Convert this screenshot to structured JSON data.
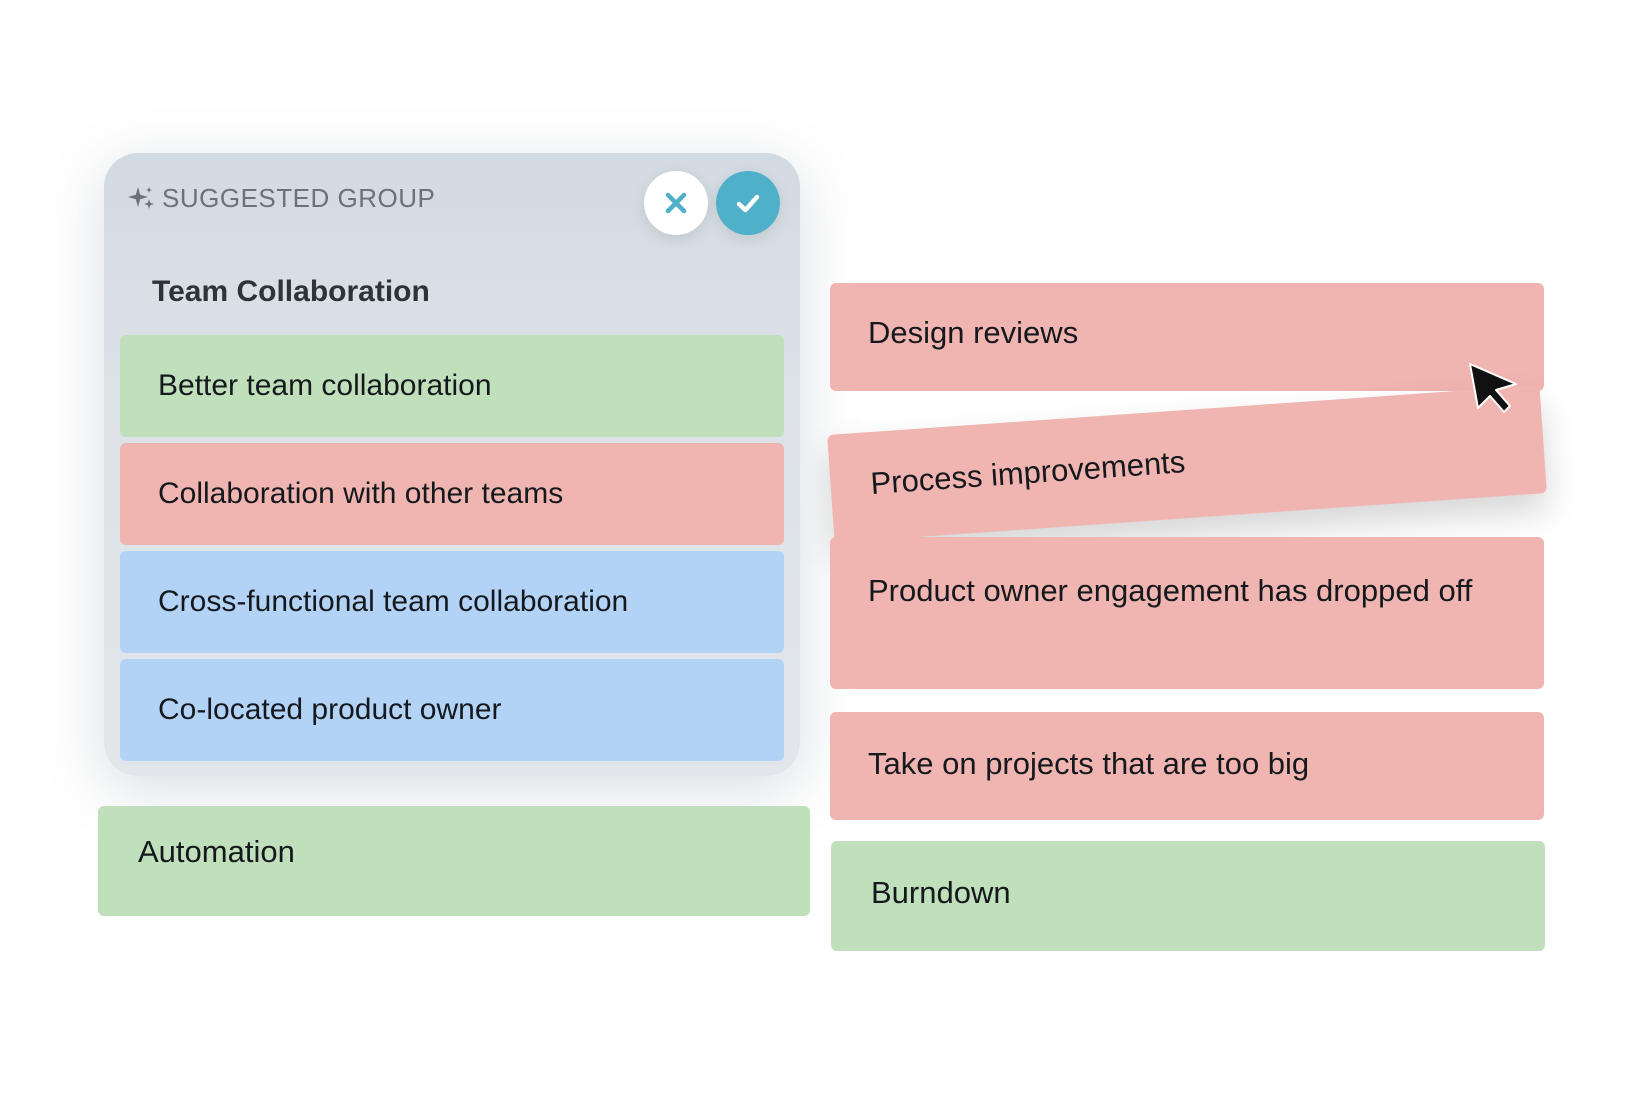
{
  "suggested_group": {
    "header_label": "SUGGESTED GROUP",
    "sparkle_icon": "sparkle-icon",
    "reject_icon": "close-icon",
    "accept_icon": "check-icon",
    "title": "Team Collaboration",
    "cards": [
      {
        "label": "Better team collaboration",
        "color": "green"
      },
      {
        "label": "Collaboration with other teams",
        "color": "red"
      },
      {
        "label": "Cross-functional team collaboration",
        "color": "blue"
      },
      {
        "label": "Co-located product owner",
        "color": "blue"
      }
    ]
  },
  "cards": {
    "automation": "Automation",
    "design_reviews": "Design reviews",
    "process_improvements": "Process improvements",
    "product_owner": "Product owner engagement has dropped off",
    "too_big": "Take on projects that are too big",
    "burndown": "Burndown"
  },
  "colors": {
    "green": "#c0dfbb",
    "red": "#f0b5b1",
    "blue": "#b2d3f5",
    "accent": "#4fb0c9"
  },
  "cursor_icon": "mouse-pointer-icon"
}
